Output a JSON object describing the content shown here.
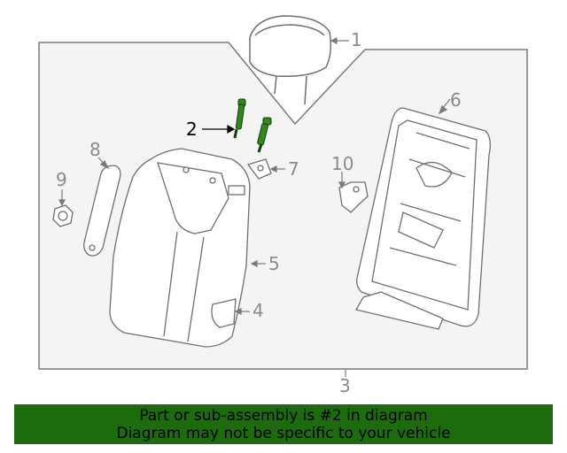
{
  "callouts": {
    "c1": "1",
    "c2": "2",
    "c3": "3",
    "c4": "4",
    "c5": "5",
    "c6": "6",
    "c7": "7",
    "c8": "8",
    "c9": "9",
    "c10": "10"
  },
  "highlight_part": "2",
  "colors": {
    "highlight": "#1c6b0d",
    "banner_bg": "#1c6b0d",
    "panel_bg": "#f4f4f4",
    "line": "#7a7a7a"
  },
  "banner": {
    "line1": "Part or sub-assembly is #2 in diagram",
    "line2": "Diagram may not be specific to your vehicle"
  }
}
